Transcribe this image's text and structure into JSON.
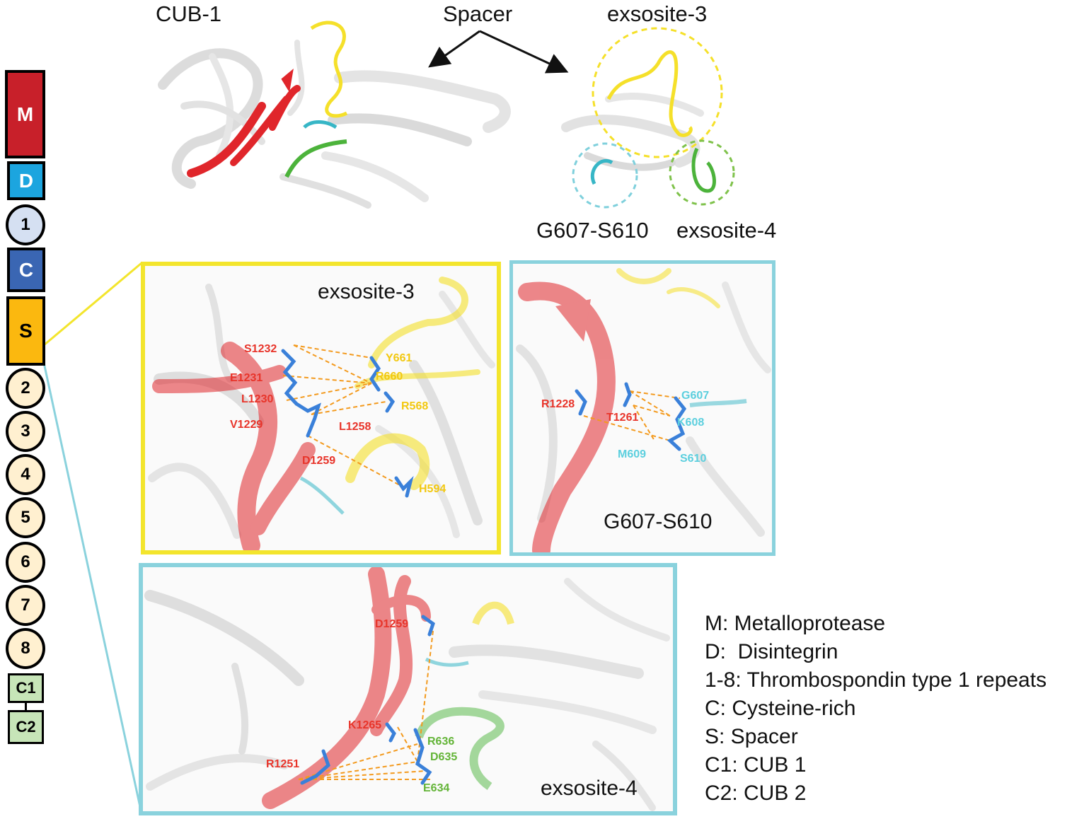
{
  "domains": {
    "M": "M",
    "D": "D",
    "T1": "1",
    "C": "C",
    "S": "S",
    "T2": "2",
    "T3": "3",
    "T4": "4",
    "T5": "5",
    "T6": "6",
    "T7": "7",
    "T8": "8",
    "C1": "C1",
    "C2": "C2"
  },
  "colors": {
    "metalloprotease": "#c8202a",
    "disintegrin": "#1ca5df",
    "tsp1_first": "#d5e0f2",
    "cysteine_rich": "#3a66b3",
    "spacer": "#fbb80f",
    "tsp_repeats": "#fff0d0",
    "cub": "#c7e5b8",
    "exosite3": "#f5e02a",
    "g607_s610": "#37b6c6",
    "exosite4": "#4cb33b",
    "cub1_strand": "#e0262b",
    "panel_yellow": "#f3e52d",
    "panel_cyan": "#8ad2dd"
  },
  "top": {
    "cub1_label": "CUB-1",
    "spacer_label": "Spacer",
    "exosite3_label": "exsosite-3",
    "g607_label": "G607-S610",
    "exosite4_label": "exsosite-4"
  },
  "panel_exosite3": {
    "title": "exsosite-3",
    "residues": {
      "S1232": "S1232",
      "E1231": "E1231",
      "L1230": "L1230",
      "V1229": "V1229",
      "L1258": "L1258",
      "D1259": "D1259",
      "Y661": "Y661",
      "R660": "R660",
      "R568": "R568",
      "H594": "H594"
    }
  },
  "panel_g607": {
    "title": "G607-S610",
    "residues": {
      "R1228": "R1228",
      "T1261": "T1261",
      "G607": "G607",
      "K608": "K608",
      "M609": "M609",
      "S610": "S610"
    }
  },
  "panel_exosite4": {
    "title": "exsosite-4",
    "residues": {
      "D1259": "D1259",
      "K1265": "K1265",
      "R1251": "R1251",
      "R636": "R636",
      "D635": "D635",
      "E634": "E634"
    }
  },
  "legend": [
    "M: Metalloprotease",
    "D:  Disintegrin",
    "1-8: Thrombospondin type 1 repeats",
    "C: Cysteine-rich",
    "S: Spacer",
    "C1: CUB 1",
    "C2: CUB 2"
  ]
}
